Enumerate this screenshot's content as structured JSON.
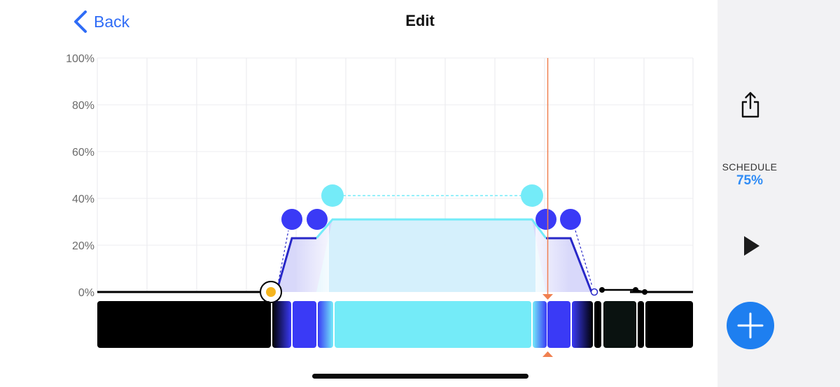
{
  "nav": {
    "back_label": "Back",
    "title": "Edit"
  },
  "sidebar": {
    "share_icon": "share-icon",
    "schedule_label": "SCHEDULE",
    "schedule_value": "75%",
    "play_icon": "play-icon",
    "add_icon": "plus-icon"
  },
  "chart_data": {
    "type": "area",
    "y_ticks": [
      "100%",
      "80%",
      "60%",
      "40%",
      "20%",
      "0%"
    ],
    "ylim": [
      0,
      100
    ],
    "grid": true,
    "colors": {
      "cyan_channel": "#74ebf8",
      "blue_channel": "#3a3af6",
      "blue_line": "#2828c8",
      "cursor": "#f08050",
      "accent": "#2f6cf6"
    },
    "series": [
      {
        "values": [
          0,
          0,
          0,
          0,
          23,
          23,
          31,
          31,
          31,
          31,
          23,
          23,
          0,
          0
        ]
      },
      {
        "values": [
          0,
          0,
          0,
          0,
          0,
          0,
          41,
          41,
          41,
          41,
          0,
          0,
          0,
          0
        ]
      }
    ]
  }
}
